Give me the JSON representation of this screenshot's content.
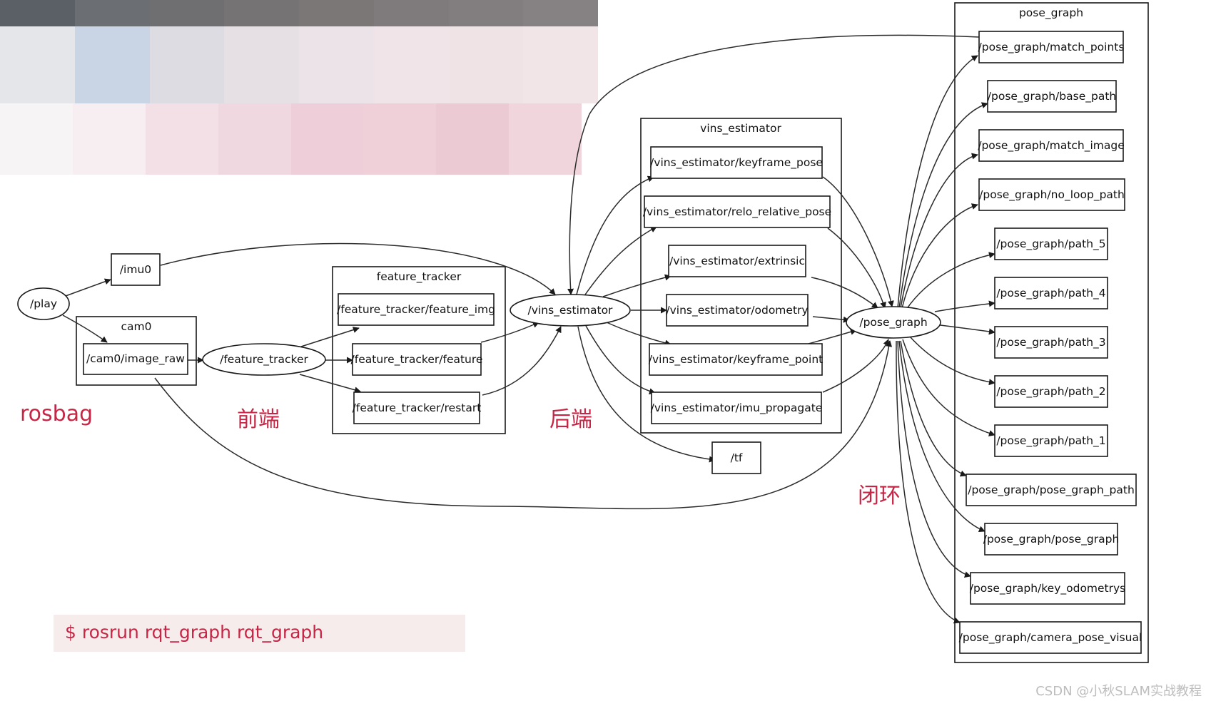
{
  "graph": {
    "nodes": {
      "play": "/play",
      "imu0": "/imu0",
      "cam0_image_raw": "/cam0/image_raw",
      "feature_tracker": "/feature_tracker",
      "ft_feature_img": "/feature_tracker/feature_img",
      "ft_feature": "/feature_tracker/feature",
      "ft_restart": "/feature_tracker/restart",
      "vins_estimator": "/vins_estimator",
      "ve_keyframe_pose": "/vins_estimator/keyframe_pose",
      "ve_relo_relative_pose": "/vins_estimator/relo_relative_pose",
      "ve_extrinsic": "/vins_estimator/extrinsic",
      "ve_odometry": "/vins_estimator/odometry",
      "ve_keyframe_point": "/vins_estimator/keyframe_point",
      "ve_imu_propagate": "/vins_estimator/imu_propagate",
      "tf": "/tf",
      "pose_graph": "/pose_graph",
      "pg_match_points": "/pose_graph/match_points",
      "pg_base_path": "/pose_graph/base_path",
      "pg_match_image": "/pose_graph/match_image",
      "pg_no_loop_path": "/pose_graph/no_loop_path",
      "pg_path_5": "/pose_graph/path_5",
      "pg_path_4": "/pose_graph/path_4",
      "pg_path_3": "/pose_graph/path_3",
      "pg_path_2": "/pose_graph/path_2",
      "pg_path_1": "/pose_graph/path_1",
      "pg_pose_graph_path": "/pose_graph/pose_graph_path",
      "pg_pose_graph": "/pose_graph/pose_graph",
      "pg_key_odometrys": "/pose_graph/key_odometrys",
      "pg_camera_pose_visual": "/pose_graph/camera_pose_visual"
    },
    "clusters": {
      "cam0": "cam0",
      "feature_tracker": "feature_tracker",
      "vins_estimator": "vins_estimator",
      "pose_graph": "pose_graph"
    }
  },
  "annotations": {
    "rosbag": "rosbag",
    "frontend": "前端",
    "backend": "后端",
    "loop_closure": "闭环"
  },
  "command": "$ rosrun rqt_graph rqt_graph",
  "watermark": "CSDN @小秋SLAM实战教程",
  "colors": {
    "annotation": "#c72545",
    "command_bg": "#f7ecec"
  },
  "blur_strip": {
    "row1": [
      "#5b5f66",
      "#6b6e73",
      "#6f6e70",
      "#767374",
      "#7b7777",
      "#7f7a7b",
      "#827d7e",
      "#868283"
    ],
    "row2": [
      "#e4e6ea",
      "#c9d5e4",
      "#dcdce2",
      "#e6dfe4",
      "#ebe3e7",
      "#f0e4e8",
      "#efe3e6",
      "#f1e5e8"
    ],
    "row3": [
      "#f6f4f5",
      "#f6eef0",
      "#f3dfe6",
      "#f0d8e0",
      "#eecfd9",
      "#efcfd8",
      "#eccad4",
      "#f0d5dc"
    ]
  }
}
